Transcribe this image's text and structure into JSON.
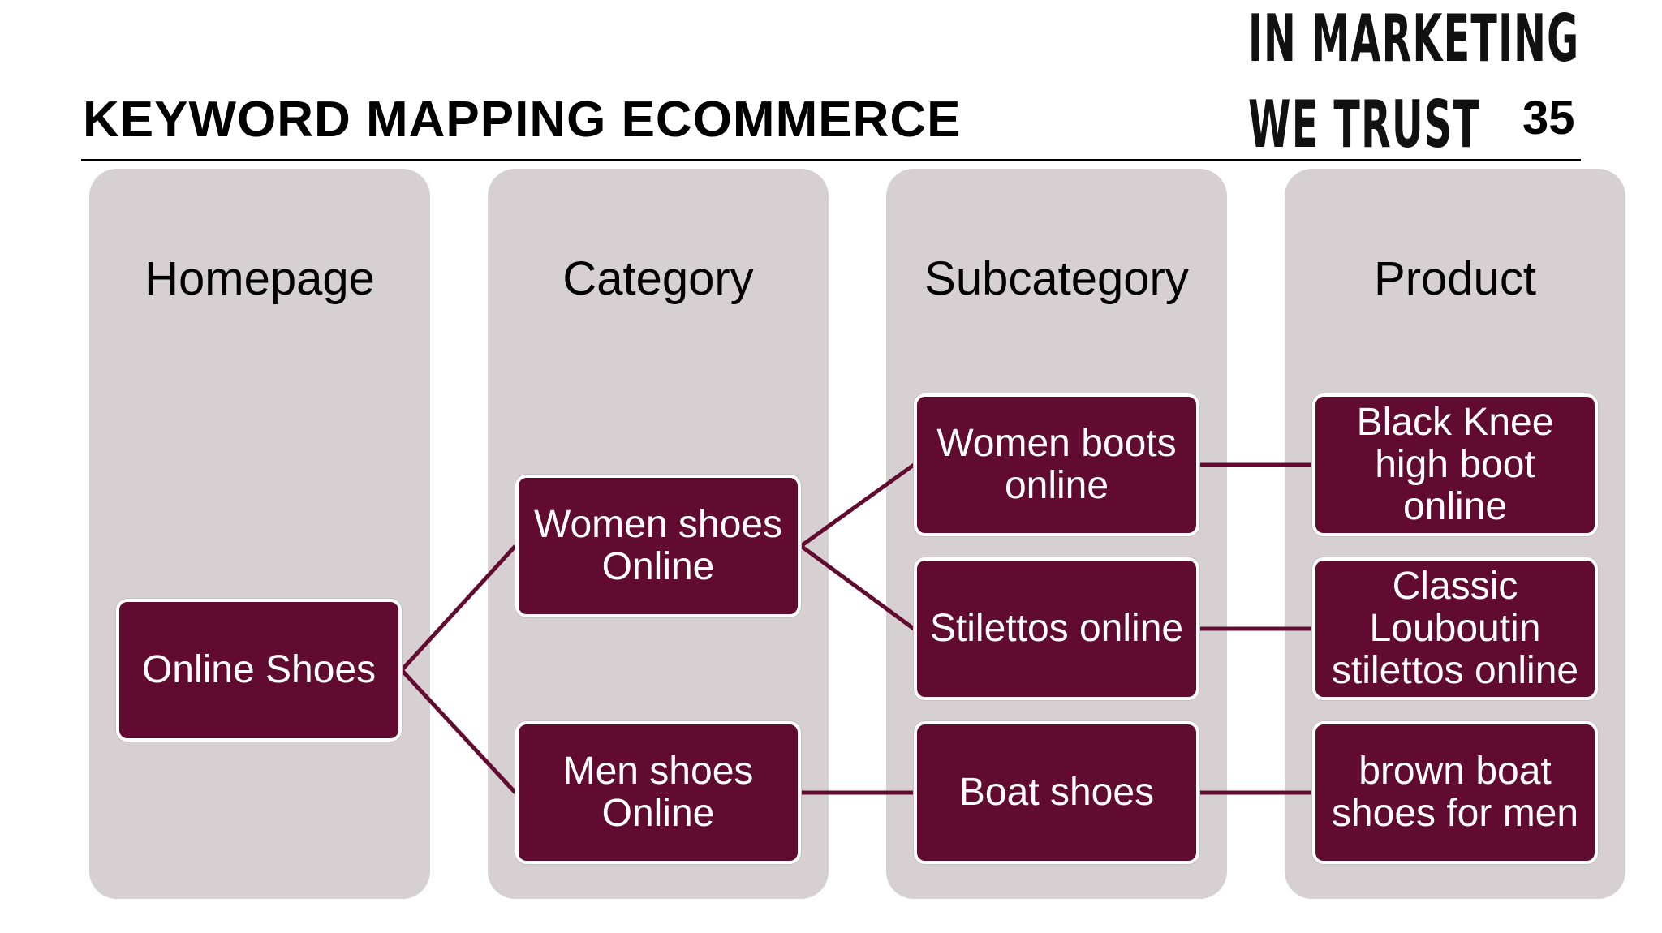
{
  "slide": {
    "title": "KEYWORD MAPPING ECOMMERCE",
    "brand_line_1": "IN MARKETING",
    "brand_line_2": "WE TRUST",
    "page_number": "35"
  },
  "colors": {
    "node_fill": "#620b31",
    "column_fill": "#d6d0d2",
    "connector": "#620b31"
  },
  "diagram": {
    "columns": [
      {
        "id": "homepage",
        "label": "Homepage"
      },
      {
        "id": "category",
        "label": "Category"
      },
      {
        "id": "subcategory",
        "label": "Subcategory"
      },
      {
        "id": "product",
        "label": "Product"
      }
    ],
    "nodes": [
      {
        "id": "online-shoes",
        "column": "homepage",
        "label": "Online Shoes"
      },
      {
        "id": "women-shoes-online",
        "column": "category",
        "label": "Women shoes\nOnline"
      },
      {
        "id": "men-shoes-online",
        "column": "category",
        "label": "Men shoes\nOnline"
      },
      {
        "id": "women-boots-online",
        "column": "subcategory",
        "label": "Women boots\nonline"
      },
      {
        "id": "stilettos-online",
        "column": "subcategory",
        "label": "Stilettos online"
      },
      {
        "id": "boat-shoes",
        "column": "subcategory",
        "label": "Boat shoes"
      },
      {
        "id": "black-knee-high-boot-online",
        "column": "product",
        "label": "Black Knee\nhigh boot\nonline"
      },
      {
        "id": "classic-louboutin-stilettos-online",
        "column": "product",
        "label": "Classic\nLouboutin\nstilettos online"
      },
      {
        "id": "brown-boat-shoes-for-men",
        "column": "product",
        "label": "brown boat\nshoes for men"
      }
    ],
    "edges": [
      {
        "from": "online-shoes",
        "to": "women-shoes-online"
      },
      {
        "from": "online-shoes",
        "to": "men-shoes-online"
      },
      {
        "from": "women-shoes-online",
        "to": "women-boots-online"
      },
      {
        "from": "women-shoes-online",
        "to": "stilettos-online"
      },
      {
        "from": "men-shoes-online",
        "to": "boat-shoes"
      },
      {
        "from": "women-boots-online",
        "to": "black-knee-high-boot-online"
      },
      {
        "from": "stilettos-online",
        "to": "classic-louboutin-stilettos-online"
      },
      {
        "from": "boat-shoes",
        "to": "brown-boat-shoes-for-men"
      }
    ]
  }
}
